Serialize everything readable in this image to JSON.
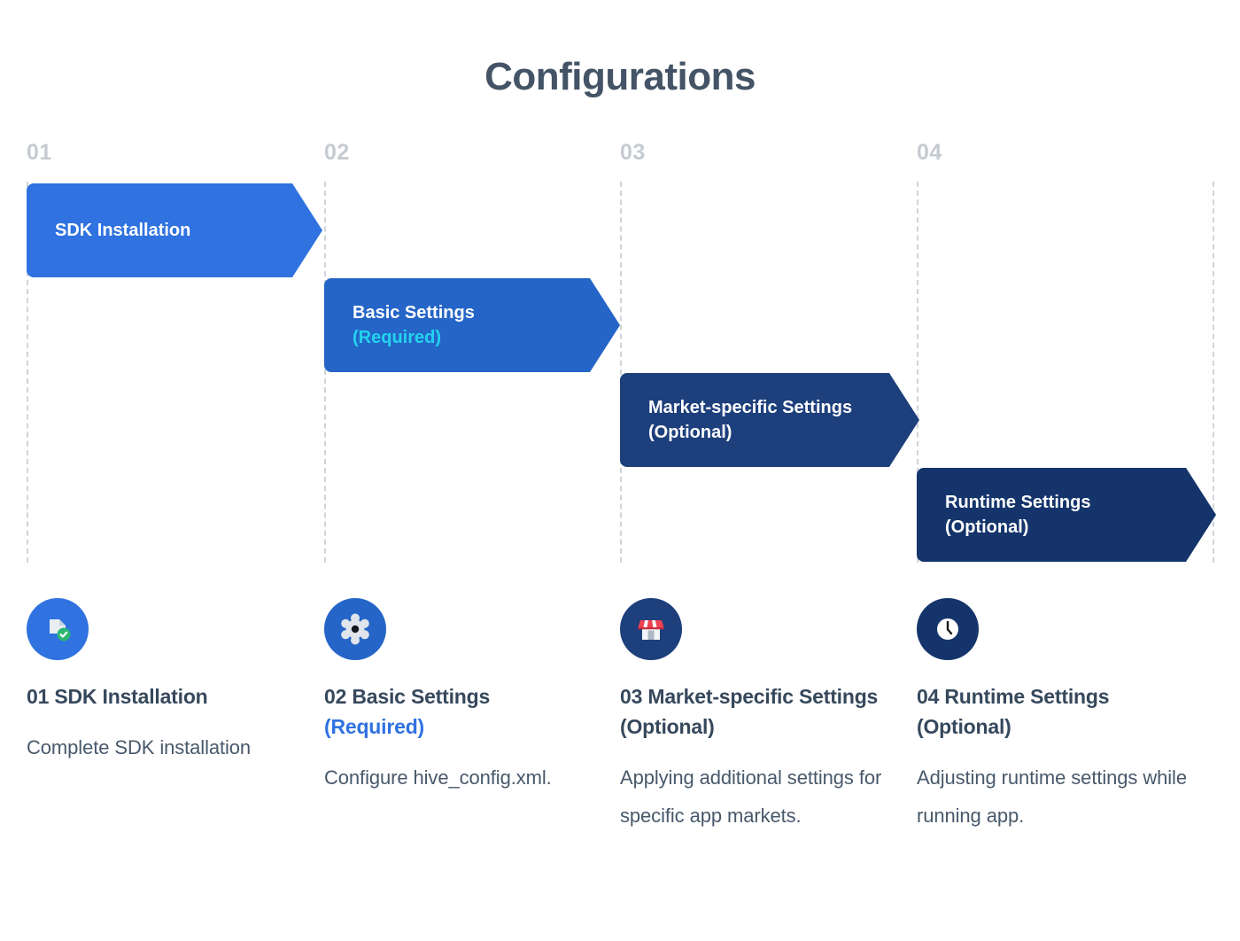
{
  "title": "Configurations",
  "colors": {
    "title": "#445466",
    "guide": "#cfd4da",
    "step_number": "#c6cbd1",
    "arrow_1": "#2f72e0",
    "arrow_2": "#2565c7",
    "arrow_3": "#1d3f7c",
    "arrow_4": "#14346b",
    "accent_cyan": "#22d3ee",
    "accent_blue": "#2f72e0",
    "body_text": "#48596b",
    "heading_text": "#36485c"
  },
  "steps": [
    {
      "number": "01",
      "arrow_title": "SDK Installation",
      "arrow_sub": ""
    },
    {
      "number": "02",
      "arrow_title": "Basic Settings",
      "arrow_sub": "(Required)"
    },
    {
      "number": "03",
      "arrow_title": "Market-specific Settings",
      "arrow_sub": "(Optional)"
    },
    {
      "number": "04",
      "arrow_title": "Runtime Settings",
      "arrow_sub": "(Optional)"
    }
  ],
  "cards": [
    {
      "icon": "document-check-icon",
      "title_main": "01 SDK Installation",
      "title_note": "",
      "body": "Complete SDK installation"
    },
    {
      "icon": "gear-icon",
      "title_main": "02 Basic Settings",
      "title_note": "(Required)",
      "body": "Configure hive_config.xml."
    },
    {
      "icon": "storefront-icon",
      "title_main": "03 Market-specific Settings (Optional)",
      "title_note": "",
      "body": "Applying additional settings for specific app markets."
    },
    {
      "icon": "clock-icon",
      "title_main": "04 Runtime Settings (Optional)",
      "title_note": "",
      "body": "Adjusting runtime settings while running app."
    }
  ]
}
